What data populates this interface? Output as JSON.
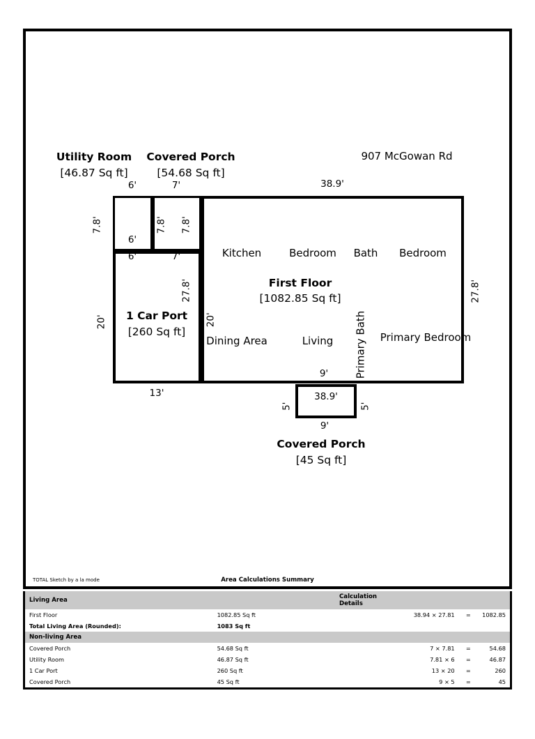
{
  "document": {
    "address": "907 McGowan Rd",
    "footer_credit": "TOTAL Sketch by a la mode",
    "summary_title": "Area Calculations Summary"
  },
  "sketch": {
    "areas": {
      "utility_room": {
        "name": "Utility Room",
        "area": "[46.87 Sq ft]"
      },
      "covered_porch_top": {
        "name": "Covered Porch",
        "area": "[54.68 Sq ft]"
      },
      "car_port": {
        "name": "1 Car Port",
        "area": "[260 Sq ft]"
      },
      "first_floor": {
        "name": "First Floor",
        "area": "[1082.85 Sq ft]"
      },
      "covered_porch_bottom": {
        "name": "Covered Porch",
        "area": "[45 Sq ft]"
      }
    },
    "rooms": [
      {
        "label": "Kitchen"
      },
      {
        "label": "Bedroom"
      },
      {
        "label": "Bath"
      },
      {
        "label": "Bedroom"
      },
      {
        "label": "Dining Area"
      },
      {
        "label": "Living"
      },
      {
        "label": "Primary Bath"
      },
      {
        "label": "Primary Bedroom"
      }
    ],
    "dimensions": {
      "utility_top": "6'",
      "porch_top": "7'",
      "utility_left": "7.8'",
      "utility_inner_v": "7.8'",
      "porch_inner_v": "7.8'",
      "utility_bottom_inner": "6'",
      "utility_bottom": "6'",
      "porch_bottom": "7'",
      "main_top": "38.9'",
      "main_right": "27.8'",
      "carport_left": "20'",
      "carport_right": "27.8'",
      "carport_bottom": "13'",
      "main_left": "20'",
      "main_bottom_left_seg": "9'",
      "porch_bottom_top": "38.9'",
      "porch_bottom_width": "9'",
      "porch_bottom_left": "5'",
      "porch_bottom_right": "5'"
    }
  },
  "calc_table": {
    "headers": {
      "living_area": "Living Area",
      "calculation_details": "Calculation Details",
      "non_living_area": "Non-living Area"
    },
    "living_rows": [
      {
        "name": "First Floor",
        "value": "1082.85 Sq ft",
        "calc": "38.94 × 27.81",
        "eq": "=",
        "result": "1082.85"
      }
    ],
    "total_row": {
      "name": "Total Living Area (Rounded):",
      "value": "1083 Sq ft"
    },
    "non_living_rows": [
      {
        "name": "Covered Porch",
        "value": "54.68 Sq ft",
        "calc": "7 × 7.81",
        "eq": "=",
        "result": "54.68"
      },
      {
        "name": "Utility Room",
        "value": "46.87 Sq ft",
        "calc": "7.81 × 6",
        "eq": "=",
        "result": "46.87"
      },
      {
        "name": "1 Car Port",
        "value": "260 Sq ft",
        "calc": "13 × 20",
        "eq": "=",
        "result": "260"
      },
      {
        "name": "Covered Porch",
        "value": "45 Sq ft",
        "calc": "9 × 5",
        "eq": "=",
        "result": "45"
      }
    ]
  }
}
